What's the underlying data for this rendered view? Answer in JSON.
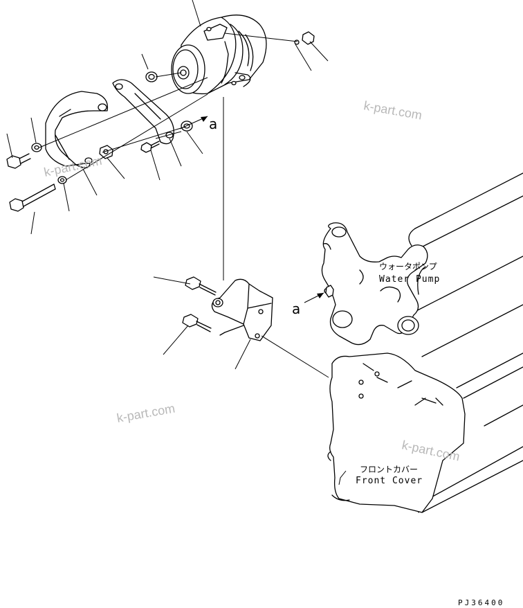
{
  "watermarks": [
    "k-part.com",
    "k-part.com",
    "k-part.com",
    "k-part.com"
  ],
  "view_marker": "a",
  "view_marker_2": "a",
  "labels": {
    "water_pump_jp": "ウォータポンプ",
    "water_pump_en": "Water Pump",
    "front_cover_jp": "フロントカバー",
    "front_cover_en": "Front Cover"
  },
  "drawing_code": "PJ36400"
}
